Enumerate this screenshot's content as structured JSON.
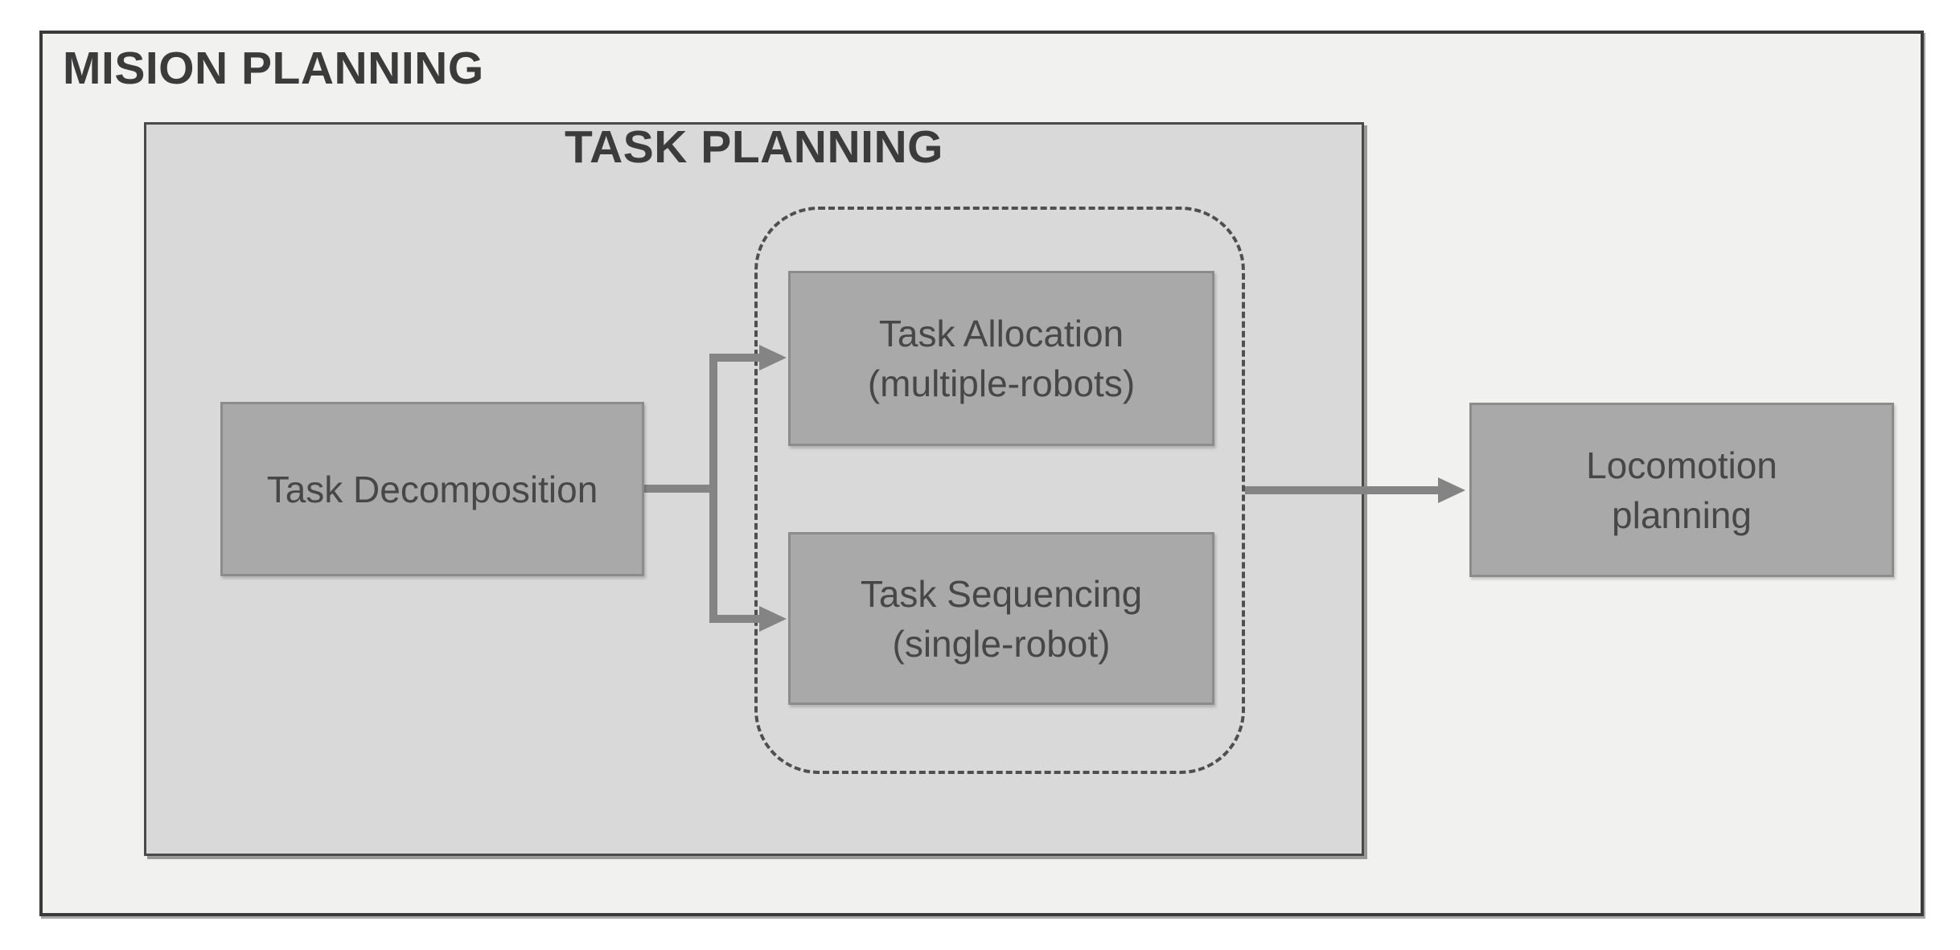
{
  "diagram": {
    "outer": {
      "title": "MISION PLANNING"
    },
    "inner": {
      "title": "TASK PLANNING"
    },
    "nodes": {
      "task_decomposition": {
        "label": "Task Decomposition"
      },
      "task_allocation": {
        "line1": "Task Allocation",
        "line2": "(multiple-robots)"
      },
      "task_sequencing": {
        "line1": "Task Sequencing",
        "line2": "(single-robot)"
      },
      "locomotion_planning": {
        "line1": "Locomotion",
        "line2": "planning"
      }
    },
    "groups": {
      "dashed_group_contains": [
        "Task Allocation (multiple-robots)",
        "Task Sequencing (single-robot)"
      ]
    },
    "connections": [
      {
        "from": "Task Decomposition",
        "to": "Task Allocation (multiple-robots)",
        "style": "arrow"
      },
      {
        "from": "Task Decomposition",
        "to": "Task Sequencing (single-robot)",
        "style": "arrow"
      },
      {
        "from": "dashed-group",
        "to": "Locomotion planning",
        "style": "arrow"
      }
    ]
  },
  "colors": {
    "page_bg": "#ffffff",
    "outer_fill": "#f1f1f0",
    "outer_border": "#3a3a3a",
    "inner_fill": "#d9d9d9",
    "inner_border": "#4a4a4a",
    "node_fill": "#a9a9a9",
    "node_border": "#8c8c8c",
    "node_text": "#474747",
    "title_text": "#3b3b3b",
    "connector": "#848484",
    "dashed_border": "#4f4f4f"
  }
}
